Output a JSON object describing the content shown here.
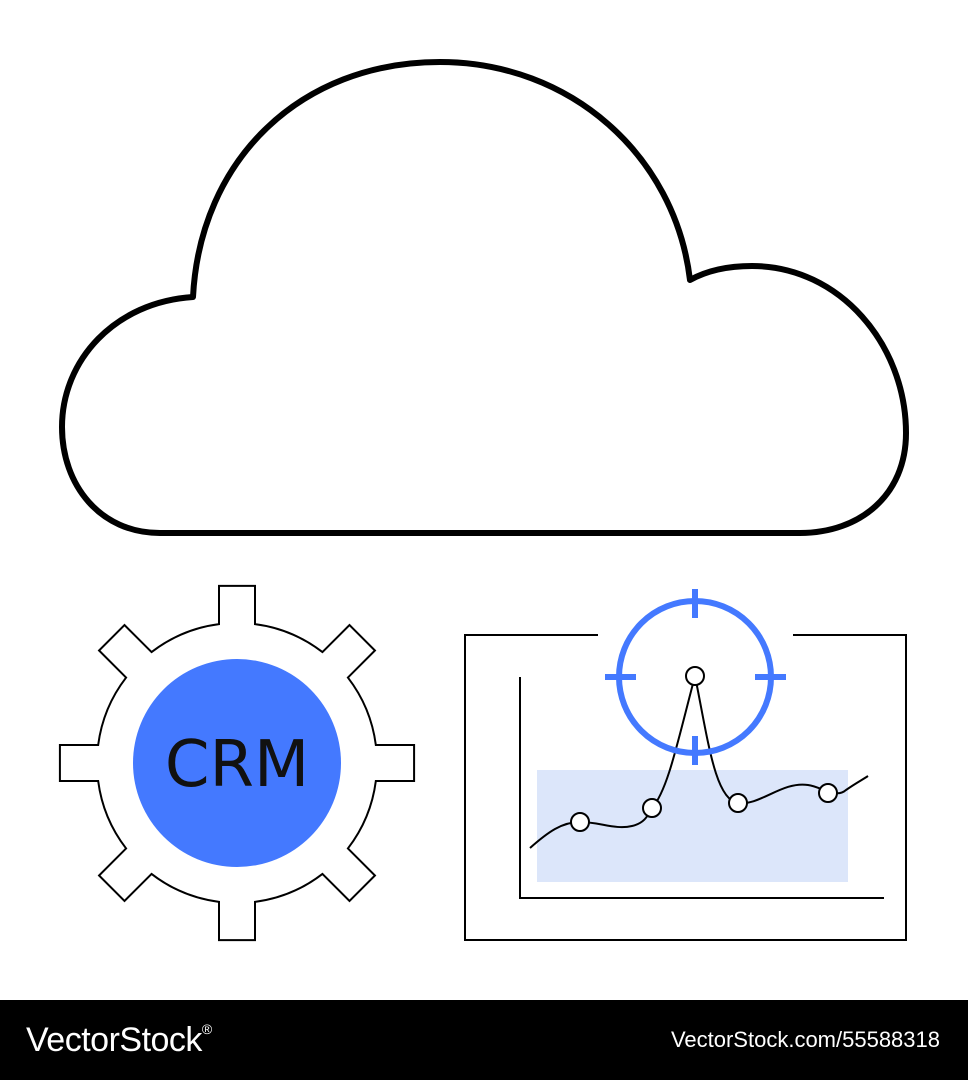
{
  "illustration": {
    "gear_label": "CRM",
    "colors": {
      "accent_blue": "#4479FF",
      "chart_fill": "#DCE6FA",
      "outline": "#000000",
      "background": "#FFFFFF"
    },
    "icons": [
      "cloud-icon",
      "gear-icon",
      "chart-icon",
      "crosshair-icon"
    ]
  },
  "footer": {
    "brand": "VectorStock",
    "brand_mark": "®",
    "stock_id": "VectorStock.com/55588318"
  }
}
